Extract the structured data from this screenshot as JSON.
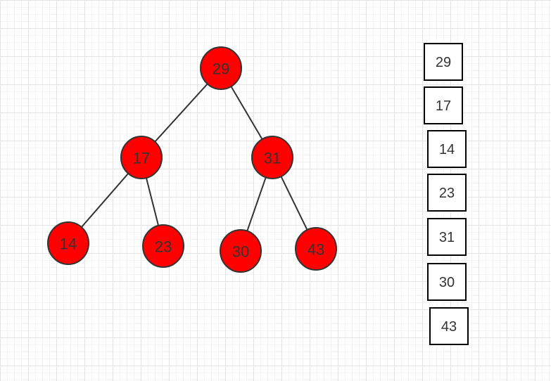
{
  "tree": {
    "fill_color": "#ff0000",
    "stroke_color": "#333333",
    "nodes": [
      {
        "id": "n29",
        "label": "29"
      },
      {
        "id": "n17",
        "label": "17"
      },
      {
        "id": "n31",
        "label": "31"
      },
      {
        "id": "n14",
        "label": "14"
      },
      {
        "id": "n23",
        "label": "23"
      },
      {
        "id": "n30",
        "label": "30"
      },
      {
        "id": "n43",
        "label": "43"
      }
    ],
    "edges": [
      {
        "from": "n29",
        "to": "n17"
      },
      {
        "from": "n29",
        "to": "n31"
      },
      {
        "from": "n17",
        "to": "n14"
      },
      {
        "from": "n17",
        "to": "n23"
      },
      {
        "from": "n31",
        "to": "n30"
      },
      {
        "from": "n31",
        "to": "n43"
      }
    ]
  },
  "array": {
    "items": [
      "29",
      "17",
      "14",
      "23",
      "31",
      "30",
      "43"
    ]
  }
}
